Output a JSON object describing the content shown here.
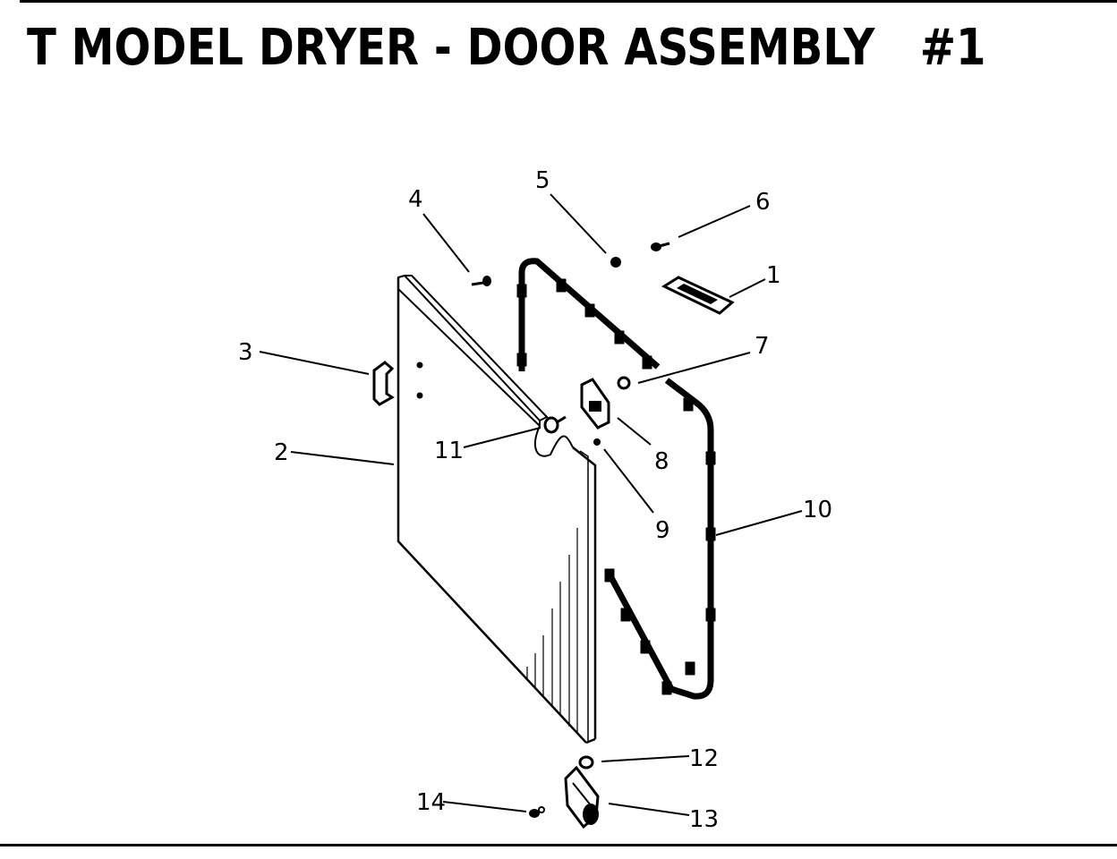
{
  "title": "T MODEL DRYER - DOOR ASSEMBLY   #1",
  "callouts": {
    "c1": "1",
    "c2": "2",
    "c3": "3",
    "c4": "4",
    "c5": "5",
    "c6": "6",
    "c7": "7",
    "c8": "8",
    "c9": "9",
    "c10": "10",
    "c11": "11",
    "c12": "12",
    "c13": "13",
    "c14": "14"
  }
}
